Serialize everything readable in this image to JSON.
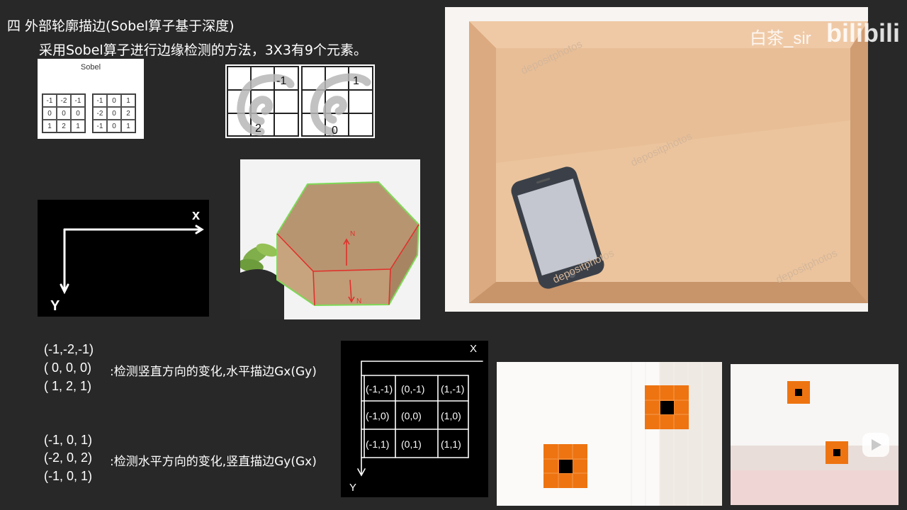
{
  "slide": {
    "title": "四 外部轮廓描边(Sobel算子基于深度)",
    "subtitle": "采用Sobel算子进行边缘检测的方法，3X3有9个元素。"
  },
  "sobel_figure": {
    "title": "Sobel",
    "gx_kernel": [
      [
        "-1",
        "-2",
        "-1"
      ],
      [
        "0",
        "0",
        "0"
      ],
      [
        "1",
        "2",
        "1"
      ]
    ],
    "gy_kernel": [
      [
        "-1",
        "0",
        "1"
      ],
      [
        "-2",
        "0",
        "2"
      ],
      [
        "-1",
        "0",
        "1"
      ]
    ]
  },
  "swirl_figure": {
    "left_labels": [
      "-1",
      "2"
    ],
    "right_labels": [
      "1",
      "0"
    ]
  },
  "axis_figure": {
    "x_label": "x",
    "y_label": "Y"
  },
  "hexagon_figure": {
    "labels": [
      "N",
      "N"
    ]
  },
  "box_photo": {
    "watermark_texts": [
      "depositphotos",
      "depositphotos",
      "depositphotos",
      "depositphotos"
    ]
  },
  "matrix_block_1": {
    "rows": [
      "(-1,-2,-1)",
      "( 0, 0, 0)",
      "( 1, 2, 1)"
    ],
    "description": ":检测竖直方向的变化,水平描边Gx(Gy)"
  },
  "matrix_block_2": {
    "rows": [
      "(-1, 0, 1)",
      "(-2, 0, 2)",
      "(-1, 0, 1)"
    ],
    "description": ":检测水平方向的变化,竖直描边Gy(Gx)"
  },
  "coordinate_grid": {
    "x_label": "X",
    "y_label": "Y",
    "cells": [
      [
        "(-1,-1)",
        "(0,-1)",
        "(1,-1)"
      ],
      [
        "(-1,0)",
        "(0,0)",
        "(1,0)"
      ],
      [
        "(-1,1)",
        "(0,1)",
        "(1,1)"
      ]
    ]
  },
  "watermark": {
    "uploader": "白茶_sir",
    "brand": "bilibili"
  },
  "colors": {
    "background": "#282828",
    "accent_orange": "#ee7411",
    "edge_green": "#7ed957",
    "edge_red": "#e0312b"
  }
}
